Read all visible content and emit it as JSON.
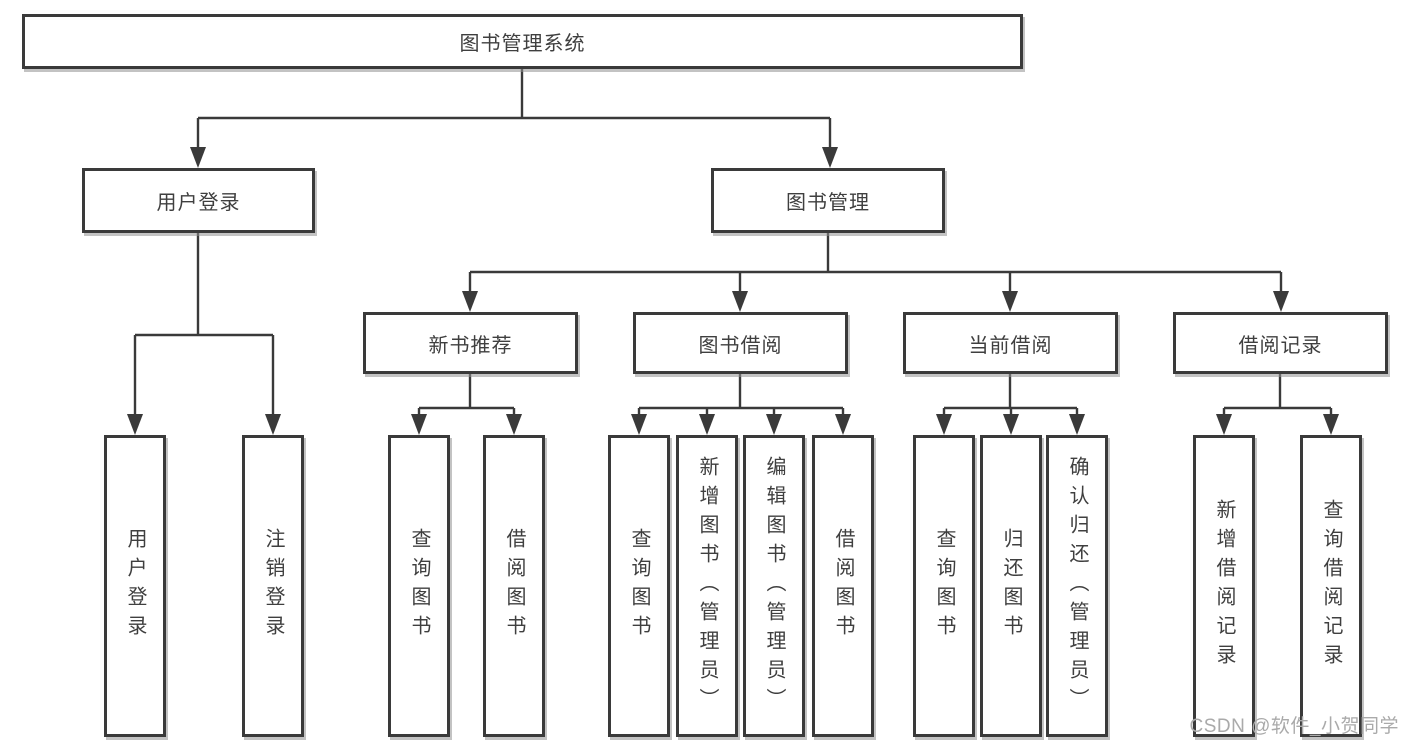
{
  "diagram": {
    "tree": {
      "label": "图书管理系统",
      "children": [
        {
          "label": "用户登录",
          "children": [
            {
              "label": "用户登录"
            },
            {
              "label": "注销登录"
            }
          ]
        },
        {
          "label": "图书管理",
          "children": [
            {
              "label": "新书推荐",
              "children": [
                {
                  "label": "查询图书"
                },
                {
                  "label": "借阅图书"
                }
              ]
            },
            {
              "label": "图书借阅",
              "children": [
                {
                  "label": "查询图书"
                },
                {
                  "label": "新增图书（管理员）"
                },
                {
                  "label": "编辑图书（管理员）"
                },
                {
                  "label": "借阅图书"
                }
              ]
            },
            {
              "label": "当前借阅",
              "children": [
                {
                  "label": "查询图书"
                },
                {
                  "label": "归还图书"
                },
                {
                  "label": "确认归还（管理员）"
                }
              ]
            },
            {
              "label": "借阅记录",
              "children": [
                {
                  "label": "新增借阅记录"
                },
                {
                  "label": "查询借阅记录"
                }
              ]
            }
          ]
        }
      ]
    },
    "colors": {
      "line": "#3a3a3a",
      "text": "#3f3f3f",
      "watermark": "#aaaaaa",
      "background": "#ffffff"
    }
  },
  "watermark": "CSDN @软件_小贺同学"
}
